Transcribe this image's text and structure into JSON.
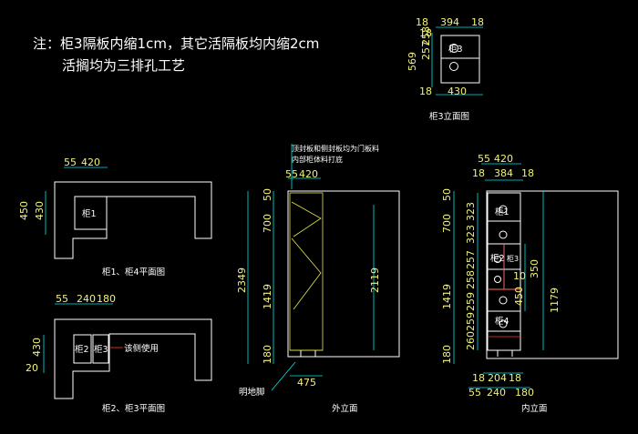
{
  "note": {
    "line1": "注：柜3隔板内缩1cm，其它活隔板均内缩2cm",
    "line2": "活搁均为三排孔工艺"
  },
  "cab3": {
    "title": "柜3立面图",
    "top_dims": [
      "18",
      "394",
      "18"
    ],
    "bottom_dim": "430",
    "left_dims": [
      "18",
      "257",
      "258",
      "18"
    ],
    "total": "569",
    "label": "柜3"
  },
  "plan1": {
    "title": "柜1、柜4平面图",
    "top_dims": [
      "55",
      "420"
    ],
    "left_dims": [
      "450",
      "430"
    ],
    "label": "柜1"
  },
  "plan2": {
    "title": "柜2、柜3平面图",
    "top_dims": [
      "55",
      "240",
      "180"
    ],
    "left_dims": [
      "430",
      "20"
    ],
    "labels": [
      "柜2",
      "柜3"
    ],
    "callout": "该侧使用"
  },
  "outer": {
    "title": "外立面",
    "notes": [
      "顶封板和侧封板均为门板料",
      "内部柜体料打底"
    ],
    "top_dims": [
      "55",
      "420"
    ],
    "left_dims": [
      "50",
      "700",
      "1419",
      "180"
    ],
    "total": "2349",
    "right_dim": "2119",
    "bottom_dim": "475",
    "foot_label": "明地脚"
  },
  "inner": {
    "title": "内立面",
    "top_dims": [
      "55",
      "420"
    ],
    "top_dims2": [
      "18",
      "384",
      "18"
    ],
    "left_dims": [
      "50",
      "700",
      "1419",
      "180"
    ],
    "left_dims2": [
      "323",
      "323",
      "257",
      "258",
      "259",
      "259",
      "260"
    ],
    "right_dims": [
      "450",
      "350",
      "1179"
    ],
    "small_dim": "10",
    "bottom_dims": [
      "18",
      "204",
      "18"
    ],
    "bottom_dims2": [
      "55",
      "240",
      "180"
    ],
    "labels": [
      "柜1",
      "柜2",
      "柜3",
      "柜4"
    ]
  }
}
